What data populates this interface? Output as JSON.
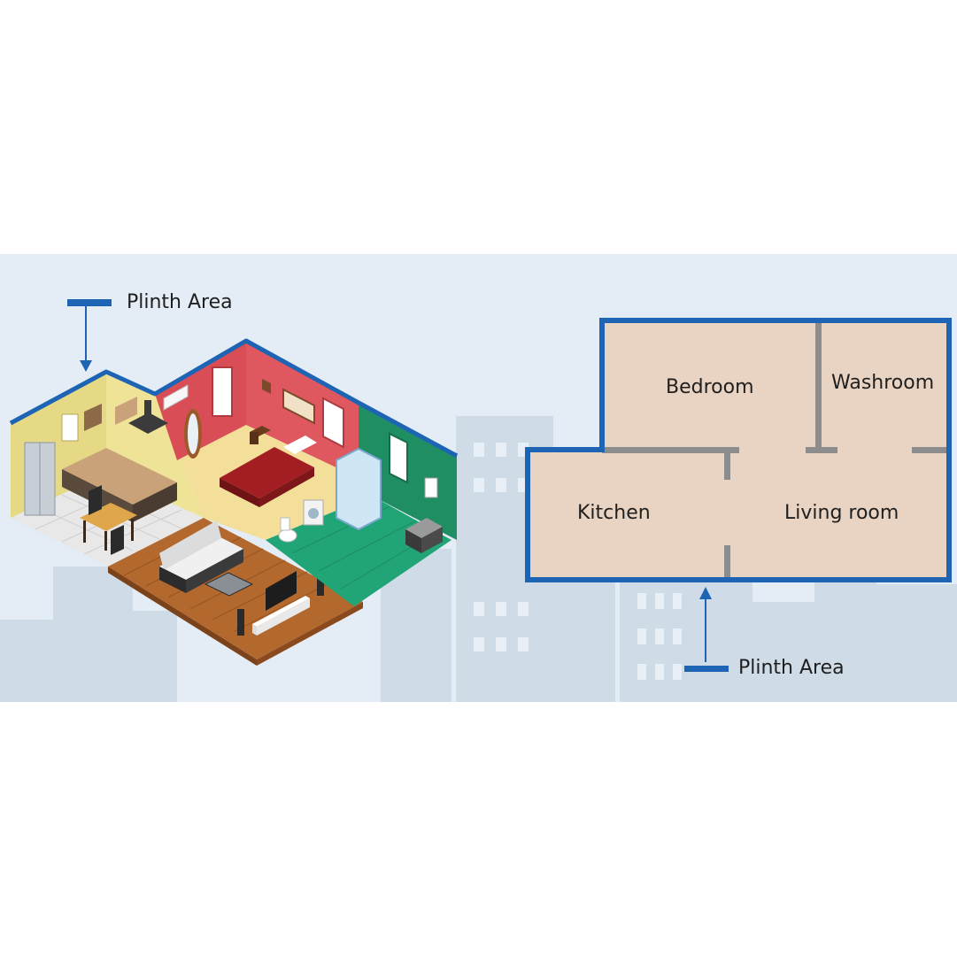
{
  "illustration_callout": {
    "label": "Plinth Area"
  },
  "floor_plan_callout": {
    "label": "Plinth Area"
  },
  "rooms": {
    "bedroom": "Bedroom",
    "washroom": "Washroom",
    "kitchen": "Kitchen",
    "living_room": "Living room"
  },
  "colors": {
    "banner_background": "#e4ecf5",
    "skyline": "#cfdbe7",
    "plinth_blue": "#1e64b4",
    "floor_plan_fill": "#e9d4c3",
    "interior_wall": "#8c8c8c",
    "kitchen_wall": "#efe397",
    "bedroom_wall": "#e0585f",
    "washroom_wall": "#1f8f63",
    "living_floor": "#b3682e"
  }
}
